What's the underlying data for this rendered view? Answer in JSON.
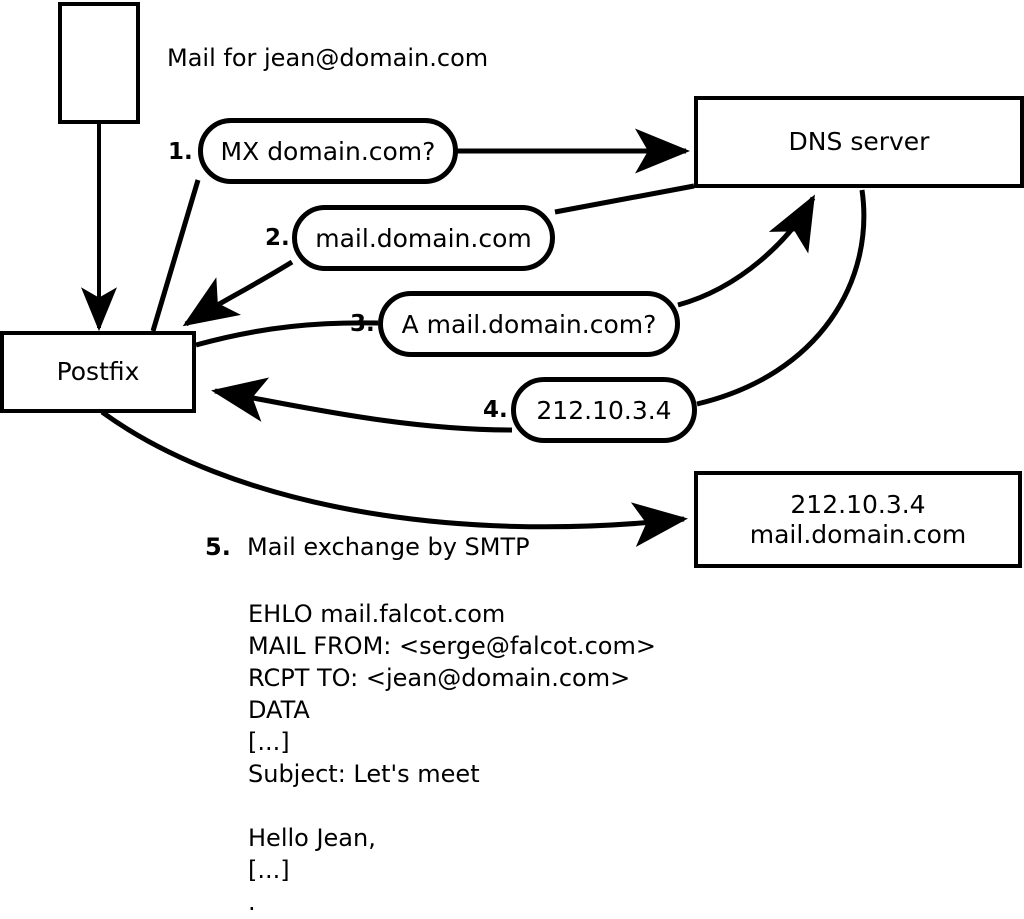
{
  "diagram": {
    "title_text": "Mail for jean@domain.com",
    "nodes": {
      "mail_client": {
        "label": ""
      },
      "postfix": {
        "label": "Postfix"
      },
      "dns_server": {
        "label": "DNS server"
      },
      "mail_server": {
        "line1": "212.10.3.4",
        "line2": "mail.domain.com"
      }
    },
    "steps": [
      {
        "num": "1.",
        "bubble": "MX domain.com?"
      },
      {
        "num": "2.",
        "bubble": "mail.domain.com"
      },
      {
        "num": "3.",
        "bubble": "A mail.domain.com?"
      },
      {
        "num": "4.",
        "bubble": "212.10.3.4"
      }
    ],
    "step5": {
      "num": "5.",
      "label": "Mail exchange by SMTP"
    },
    "smtp_transcript": "EHLO mail.falcot.com\nMAIL FROM: <serge@falcot.com>\nRCPT TO: <jean@domain.com>\nDATA\n[...]\nSubject: Let's meet\n\nHello Jean,\n[...]\n."
  },
  "colors": {
    "stroke": "#000000",
    "fill": "#ffffff",
    "text": "#000000"
  }
}
